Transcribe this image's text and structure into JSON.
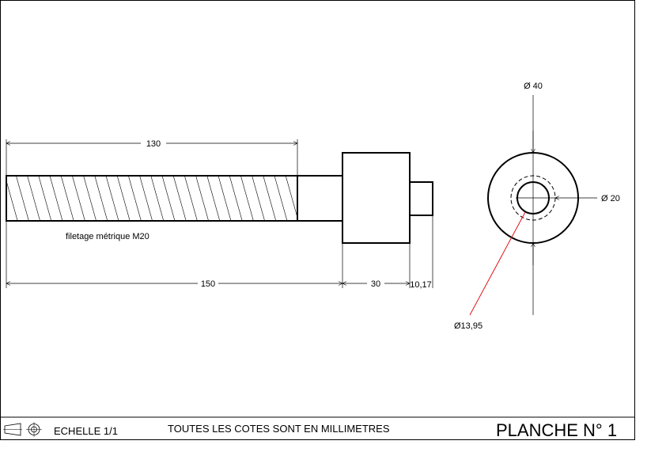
{
  "part_view": {
    "dimensions": {
      "thread_length": "130",
      "shaft_length": "150",
      "collar_length": "30",
      "pin_length": "10,17"
    },
    "thread_note": "filetage métrique M20"
  },
  "end_view": {
    "dimensions": {
      "outer_diameter": "Ø 40",
      "hole_diameter": "Ø 20",
      "bore_diameter": "Ø13,95"
    }
  },
  "title_block": {
    "scale": "ECHELLE 1/1",
    "units_note": "TOUTES LES COTES SONT EN MILLIMETRES",
    "sheet": "PLANCHE N° 1"
  }
}
